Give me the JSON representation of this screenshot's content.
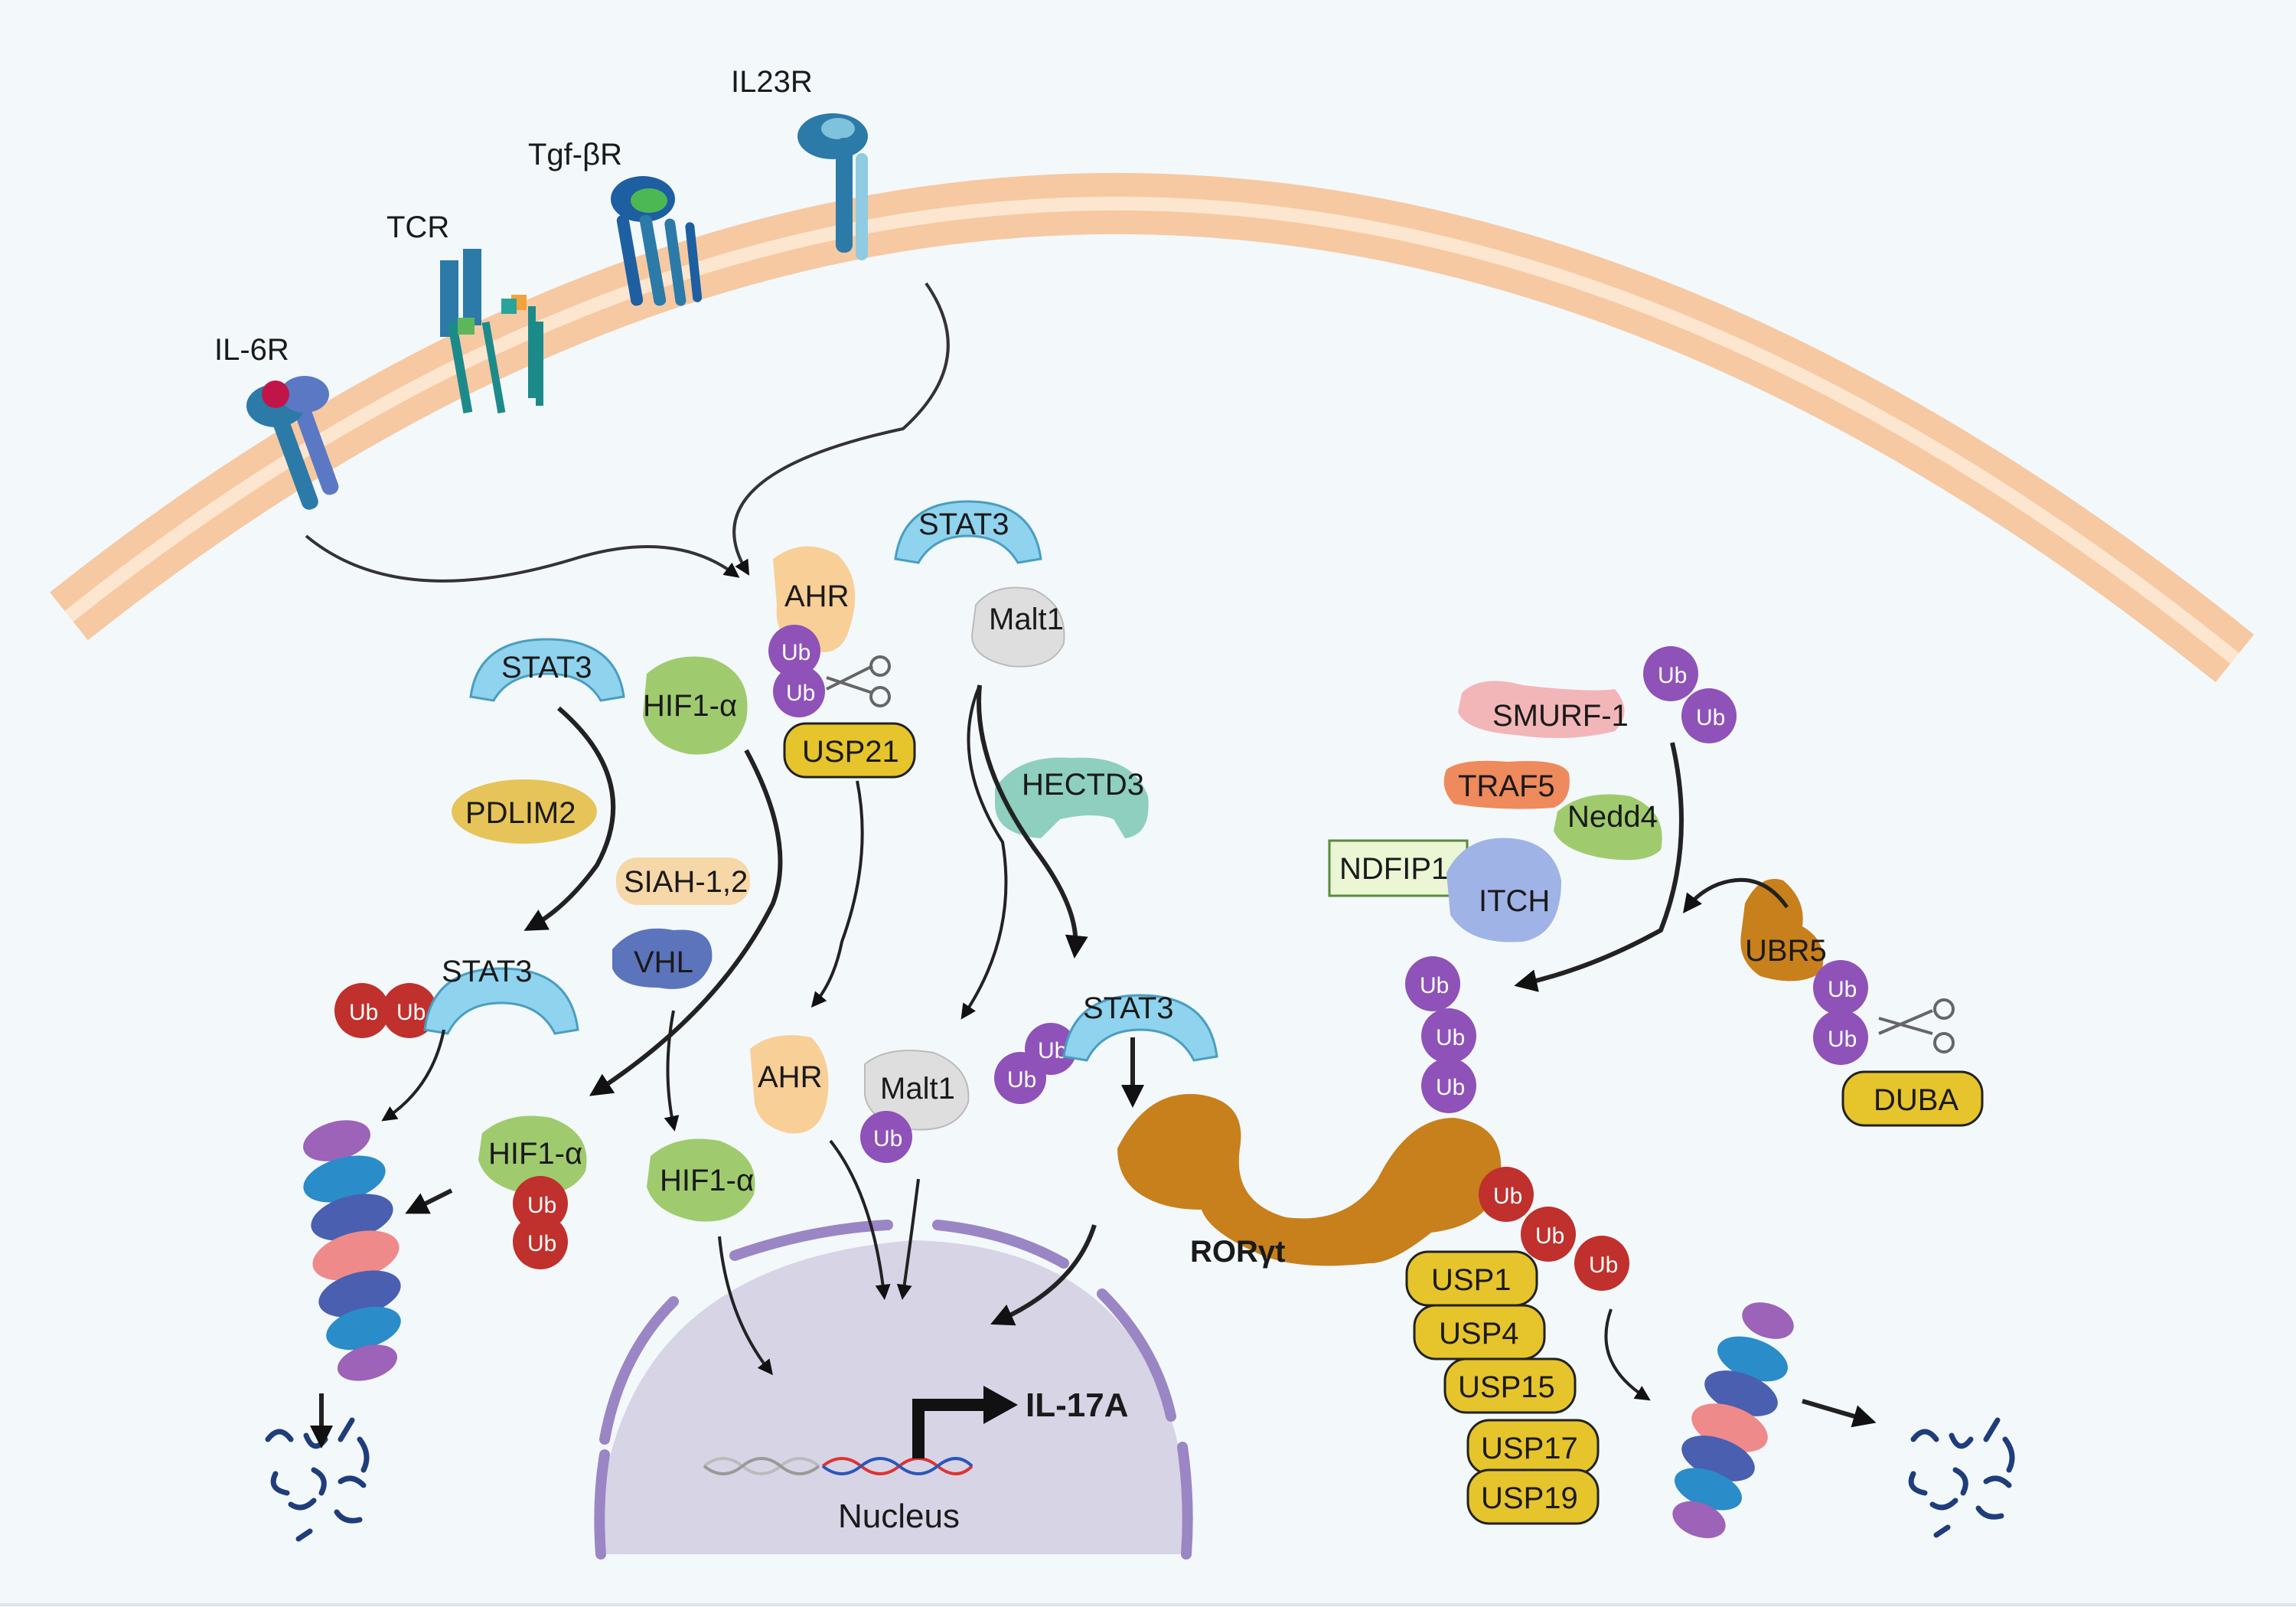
{
  "receptors": {
    "il6r": "IL-6R",
    "tcr": "TCR",
    "tgfbr": "Tgf-βR",
    "il23r": "IL23R"
  },
  "proteins": {
    "stat3_top": "STAT3",
    "ahr_top": "AHR",
    "malt1_top": "Malt1",
    "usp21": "USP21",
    "stat3_left": "STAT3",
    "hif1a_top": "HIF1-α",
    "pdlim2": "PDLIM2",
    "siah": "SIAH-1,2",
    "vhl": "VHL",
    "stat3_ub_left": "STAT3",
    "hif1a_ub": "HIF1-α",
    "hif1a_free": "HIF1-α",
    "ahr_mid": "AHR",
    "malt1_mid": "Malt1",
    "hectd3": "HECTD3",
    "stat3_mid": "STAT3",
    "smurf1": "SMURF-1",
    "traf5": "TRAF5",
    "nedd4": "Nedd4",
    "ndfip1": "NDFIP1",
    "itch": "ITCH",
    "ubr5": "UBR5",
    "duba": "DUBA",
    "usp1": "USP1",
    "usp4": "USP4",
    "usp15": "USP15",
    "usp17": "USP17",
    "usp19": "USP19"
  },
  "ub_label": "Ub",
  "ror": "RORγt",
  "nucleus": "Nucleus",
  "gene": "IL-17A",
  "colors": {
    "background": "#f3f8fb",
    "membrane": "#f6c9a2",
    "membrane_inner": "#fde6cf",
    "ub_purple": "#8e52b8",
    "ub_red": "#c0302c",
    "usp_yellow": "#e6c42c",
    "stat3_blue": "#8fd3ee",
    "ror_orange": "#c8801c",
    "nucleus": "#d7d4e6",
    "nucleus_border": "#9a86c4"
  }
}
